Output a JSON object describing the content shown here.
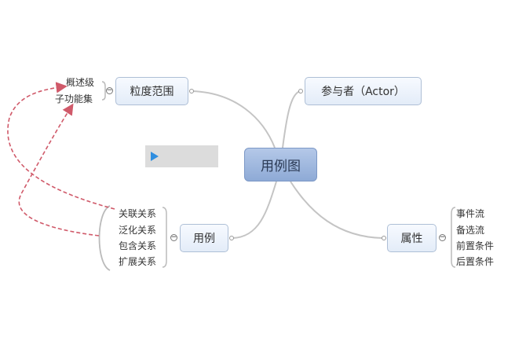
{
  "central": {
    "label": "用例图"
  },
  "branches": {
    "granularity": {
      "label": "粒度范围",
      "children": [
        "概述级",
        "子功能集"
      ]
    },
    "actor": {
      "label": "参与者（Actor）"
    },
    "usecase": {
      "label": "用例",
      "children": [
        "关联关系",
        "泛化关系",
        "包含关系",
        "扩展关系"
      ]
    },
    "attributes": {
      "label": "属性",
      "children": [
        "事件流",
        "备选流",
        "前置条件",
        "后置条件"
      ]
    }
  },
  "collapse_symbol": "−",
  "colors": {
    "connector": "#c4c4c4",
    "relationship_arrow": "#d05a6a",
    "central_fill": "#9ab3dd",
    "node_fill": "#e8eff9"
  },
  "icons": {
    "floating_box": "play-icon"
  }
}
